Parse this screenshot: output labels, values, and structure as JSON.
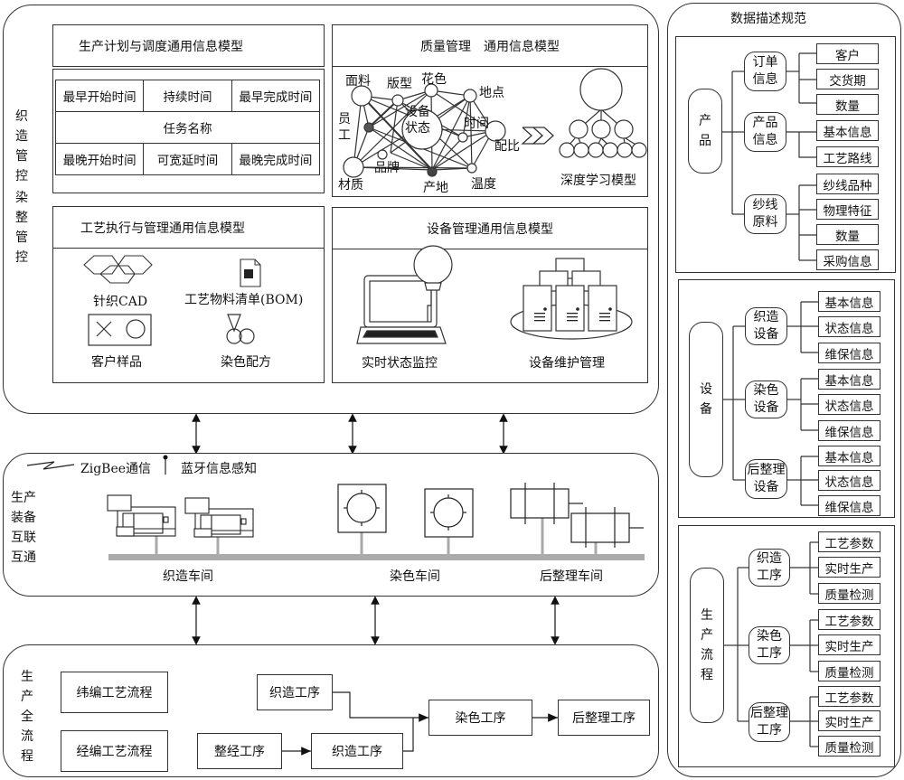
{
  "top_panel": {
    "side_label_1": "织造管控",
    "side_label_2": "染整管控",
    "planning": {
      "title": "生产计划与调度通用信息模型",
      "row1": [
        "最早开始时间",
        "持续时间",
        "最早完成时间"
      ],
      "row2": "任务名称",
      "row3": [
        "最晚开始时间",
        "可宽延时间",
        "最晚完成时间"
      ]
    },
    "quality": {
      "title": "质量管理　通用信息模型",
      "nodes": [
        "面料",
        "版型",
        "花色",
        "地点",
        "员工",
        "设备状态",
        "时间",
        "配比",
        "材质",
        "品牌",
        "产地",
        "温度"
      ],
      "model_label": "深度学习模型"
    },
    "process": {
      "title": "工艺执行与管理通用信息模型",
      "items": [
        "针织CAD",
        "工艺物料清单(BOM)",
        "客户样品",
        "染色配方"
      ]
    },
    "equipment": {
      "title": "设备管理通用信息模型",
      "items": [
        "实时状态监控",
        "设备维护管理"
      ]
    }
  },
  "middle_panel": {
    "side_label": "生产装备互联互通",
    "zigbee_label": "ZigBee通信",
    "bluetooth_label": "蓝牙信息感知",
    "workshops": [
      "织造车间",
      "染色车间",
      "后整理车间"
    ]
  },
  "bottom_panel": {
    "side_label": "生产全流程",
    "weft_flow": "纬编工艺流程",
    "warp_flow": "经编工艺流程",
    "steps": {
      "weaving_top": "织造工序",
      "warping": "整经工序",
      "weaving_bottom": "织造工序",
      "dyeing": "染色工序",
      "finishing": "后整理工序"
    }
  },
  "right_panel": {
    "title": "数据描述规范",
    "groups": [
      {
        "root": "产品",
        "children": [
          {
            "label": "订单信息",
            "leaves": [
              "客户",
              "交货期",
              "数量"
            ]
          },
          {
            "label": "产品信息",
            "leaves": [
              "基本信息",
              "工艺路线"
            ]
          },
          {
            "label": "纱线原料",
            "leaves": [
              "纱线品种",
              "物理特征",
              "数量",
              "采购信息"
            ]
          }
        ]
      },
      {
        "root": "设备",
        "children": [
          {
            "label": "织造设备",
            "leaves": [
              "基本信息",
              "状态信息",
              "维保信息"
            ]
          },
          {
            "label": "染色设备",
            "leaves": [
              "基本信息",
              "状态信息",
              "维保信息"
            ]
          },
          {
            "label": "后整理设备",
            "leaves": [
              "基本信息",
              "状态信息",
              "维保信息"
            ]
          }
        ]
      },
      {
        "root": "生产流程",
        "children": [
          {
            "label": "织造工序",
            "leaves": [
              "工艺参数",
              "实时生产",
              "质量检测"
            ]
          },
          {
            "label": "染色工序",
            "leaves": [
              "工艺参数",
              "实时生产",
              "质量检测"
            ]
          },
          {
            "label": "后整理工序",
            "leaves": [
              "工艺参数",
              "实时生产",
              "质量检测"
            ]
          }
        ]
      }
    ]
  }
}
